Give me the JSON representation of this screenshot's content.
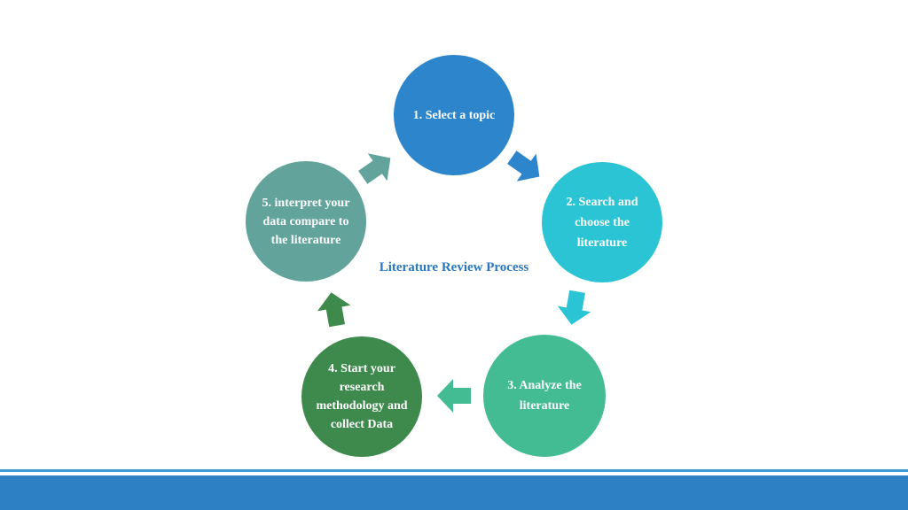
{
  "title": "Literature Review Process",
  "steps": [
    {
      "label": "1. Select a topic",
      "color": "#2d86cc"
    },
    {
      "label": "2. Search and choose the literature",
      "color": "#2bc4d4"
    },
    {
      "label": "3. Analyze the literature",
      "color": "#43bb93"
    },
    {
      "label": "4. Start your research methodology and collect Data",
      "color": "#3e8a4d"
    },
    {
      "label": "5. interpret your data compare to the literature",
      "color": "#62a39b"
    }
  ],
  "arrow_colors": [
    "#2d86cc",
    "#2bc4d4",
    "#43bb93",
    "#3e8a4d",
    "#62a39b"
  ],
  "footer_color": "#2d80c4"
}
